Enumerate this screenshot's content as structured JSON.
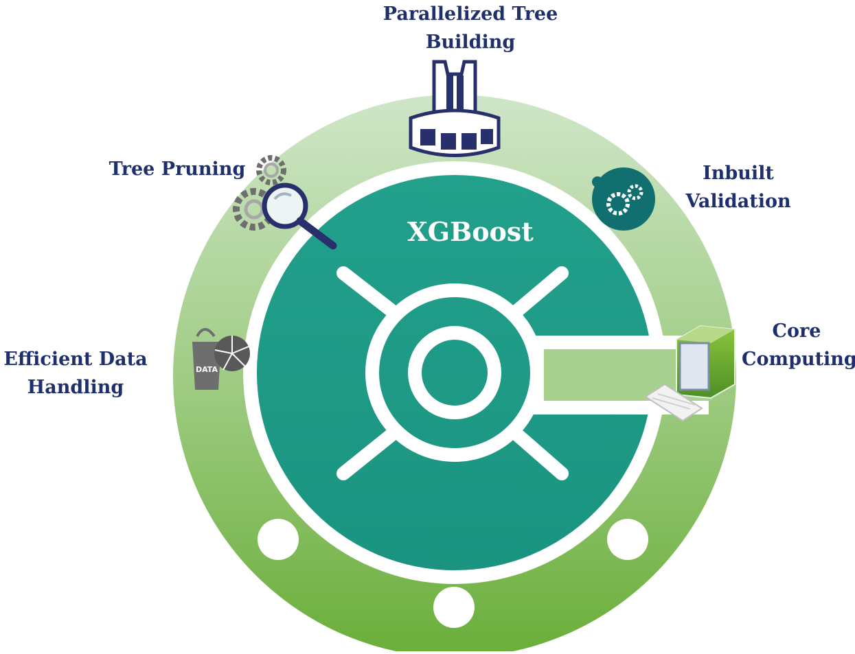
{
  "diagram": {
    "center_label": "XGBoost",
    "features": [
      {
        "id": "parallel",
        "lines": [
          "Parallelized Tree",
          "Building"
        ],
        "icon": "tree-column-icon"
      },
      {
        "id": "pruning",
        "lines": [
          "Tree Pruning"
        ],
        "icon": "gears-magnifier-icon"
      },
      {
        "id": "validation",
        "lines": [
          "Inbuilt",
          "Validation"
        ],
        "icon": "gears-circle-icon"
      },
      {
        "id": "core",
        "lines": [
          "Core",
          "Computing"
        ],
        "icon": "computer-icon"
      },
      {
        "id": "efficient",
        "lines": [
          "Efficient Data",
          "Handling"
        ],
        "icon": "data-bucket-icon"
      }
    ],
    "data_icon_text": "DATA"
  },
  "colors": {
    "outer_ring_top": "#c8e2c0",
    "outer_ring_bottom": "#72b13f",
    "inner_disc": "#1f9b86",
    "label_text": "#1f2f6b",
    "icon_navy": "#27306a",
    "icon_teal": "#0f6f6f",
    "icon_gray": "#6e6e6e"
  }
}
